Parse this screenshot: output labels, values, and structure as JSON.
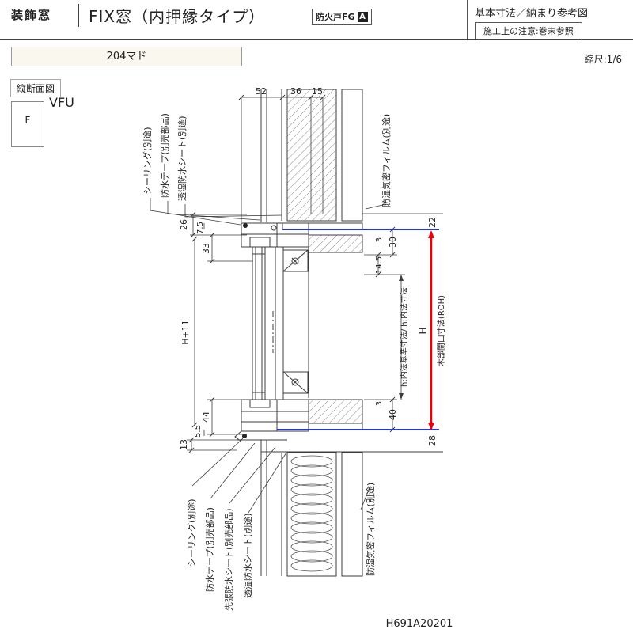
{
  "header": {
    "category": "装飾窓",
    "title": "FIX窓（内押縁タイプ）",
    "fire_badge": "防火戸FG",
    "fire_badge_mark": "A",
    "ref_title": "基本寸法／納まり参考図",
    "note": "施工上の注意:巻末参照"
  },
  "toolbar": {
    "size_label": "204マド",
    "scale": "縮尺:1/6"
  },
  "drawing": {
    "view_label": "縦断面図",
    "frame_mark": "F",
    "model": "VFU",
    "code": "H691A20201"
  },
  "dims": {
    "top": [
      "52",
      "36",
      "15"
    ],
    "d26": "26",
    "d75": "7.5",
    "d33": "33",
    "dH11": "H+11",
    "d55": "5.5",
    "d44": "44",
    "d13": "13",
    "d3t": "3",
    "d30": "30",
    "d145": "14.5",
    "d3b": "3",
    "d40": "40",
    "d22": "22",
    "dH": "H",
    "d28": "28",
    "inner_label": "h:内法基準寸法/ h:内法寸法",
    "roh_label": "木部開口寸法(ROH)"
  },
  "materials": {
    "top": [
      "シーリング(別途)",
      "防水テープ(別売部品)",
      "透湿防水シート(別途)"
    ],
    "top_right": "防湿気密フィルム(別途)",
    "bottom": [
      "シーリング(別途)",
      "防水テープ(別売部品)",
      "先張防水シート(別売部品)",
      "透湿防水シート(別途)"
    ],
    "bottom_right": "防湿気密フィルム(別途)"
  },
  "colors": {
    "line": "#3c3c3c",
    "blue": "#2438c8",
    "red": "#e8000d",
    "box_bg": "#faf8ee"
  }
}
